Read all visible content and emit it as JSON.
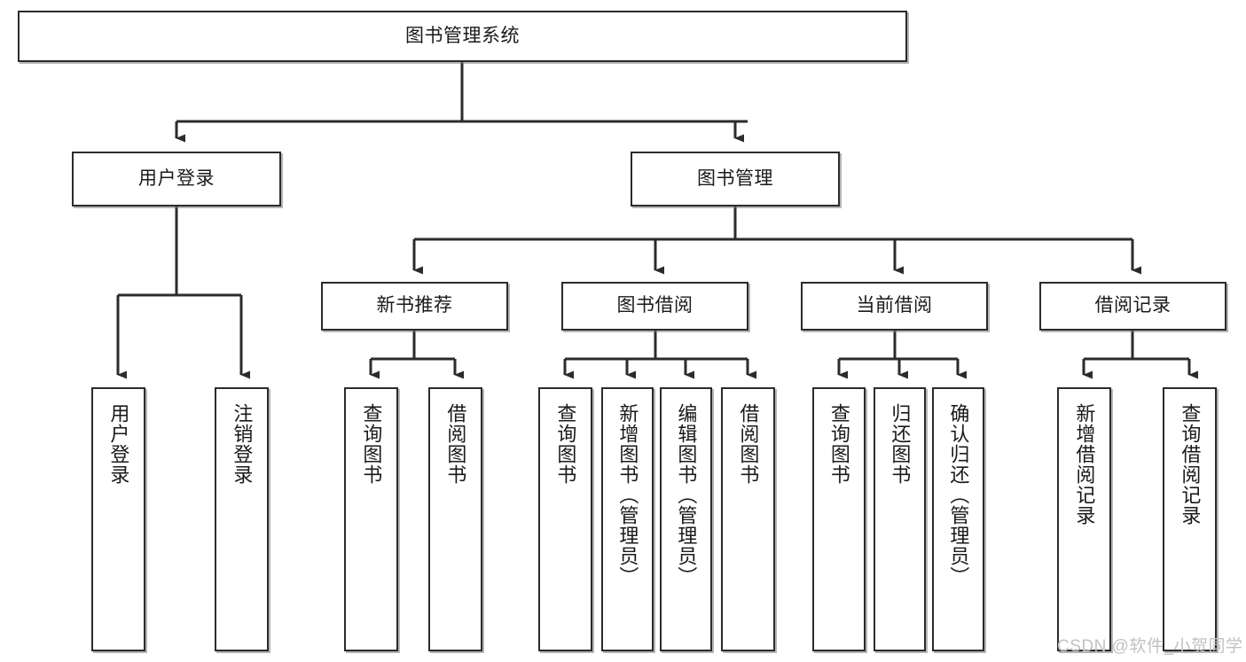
{
  "diagram": {
    "type": "tree-hierarchy",
    "title": "图书管理系统",
    "root": {
      "label": "图书管理系统",
      "id": "root"
    },
    "level2": [
      {
        "id": "user-login",
        "label": "用户登录"
      },
      {
        "id": "book-manage",
        "label": "图书管理"
      }
    ],
    "level3": [
      {
        "id": "new-book-recommend",
        "label": "新书推荐",
        "parent": "book-manage"
      },
      {
        "id": "book-borrow",
        "label": "图书借阅",
        "parent": "book-manage"
      },
      {
        "id": "current-borrow",
        "label": "当前借阅",
        "parent": "book-manage"
      },
      {
        "id": "borrow-record",
        "label": "借阅记录",
        "parent": "book-manage"
      }
    ],
    "leaves": [
      {
        "id": "leaf-user-login",
        "label": "用户登录",
        "parent": "user-login"
      },
      {
        "id": "leaf-logout-login",
        "label": "注销登录",
        "parent": "user-login"
      },
      {
        "id": "leaf-query-book-1",
        "label": "查询图书",
        "parent": "new-book-recommend"
      },
      {
        "id": "leaf-borrow-book-1",
        "label": "借阅图书",
        "parent": "new-book-recommend"
      },
      {
        "id": "leaf-query-book-2",
        "label": "查询图书",
        "parent": "book-borrow"
      },
      {
        "id": "leaf-add-book",
        "label": "新增图书（管理员）",
        "parent": "book-borrow"
      },
      {
        "id": "leaf-edit-book",
        "label": "编辑图书（管理员）",
        "parent": "book-borrow"
      },
      {
        "id": "leaf-borrow-book-2",
        "label": "借阅图书",
        "parent": "book-borrow"
      },
      {
        "id": "leaf-query-book-3",
        "label": "查询图书",
        "parent": "current-borrow"
      },
      {
        "id": "leaf-return-book",
        "label": "归还图书",
        "parent": "current-borrow"
      },
      {
        "id": "leaf-confirm-return",
        "label": "确认归还（管理员）",
        "parent": "current-borrow"
      },
      {
        "id": "leaf-add-record",
        "label": "新增借阅记录",
        "parent": "borrow-record"
      },
      {
        "id": "leaf-query-record",
        "label": "查询借阅记录",
        "parent": "borrow-record"
      }
    ],
    "colors": {
      "stroke": "#2b2b2b",
      "fill": "#ffffff",
      "text": "#1a1a1a",
      "watermark": "#c2c2c2"
    },
    "watermark": "CSDN @软件_小贺同学"
  }
}
